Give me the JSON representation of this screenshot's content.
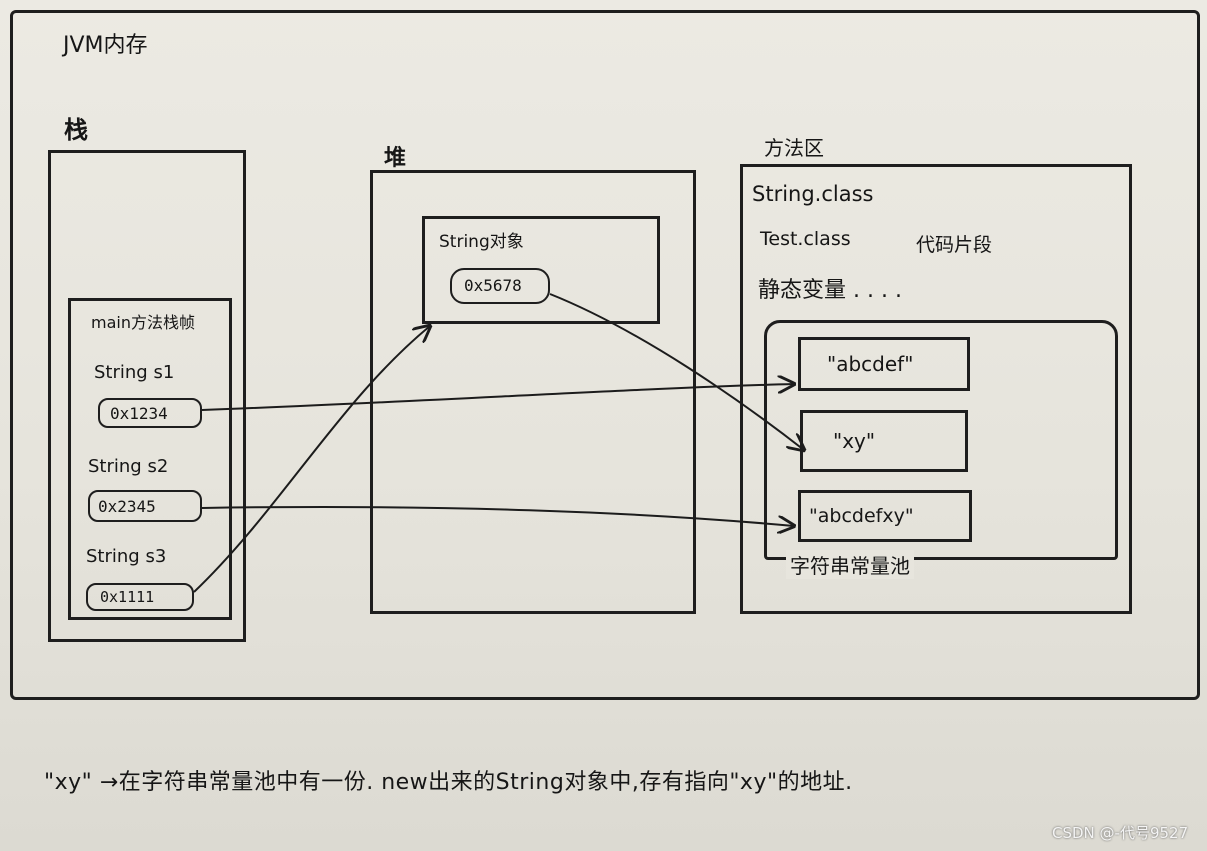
{
  "jvm": {
    "title": "JVM内存"
  },
  "stack": {
    "title": "栈",
    "frame": {
      "title": "main方法栈帧",
      "vars": [
        {
          "name": "String s1",
          "addr": "0x1234"
        },
        {
          "name": "String s2",
          "addr": "0x2345"
        },
        {
          "name": "String s3",
          "addr": "0x1111"
        }
      ]
    }
  },
  "heap": {
    "title": "堆",
    "object": {
      "title": "String对象",
      "addr": "0x5678"
    }
  },
  "method_area": {
    "title": "方法区",
    "lines": [
      "String.class",
      "Test.class",
      "代码片段",
      "静态变量 . . . ."
    ],
    "pool": {
      "title": "字符串常量池",
      "items": [
        "\"abcdef\"",
        "\"xy\"",
        "\"abcdefxy\""
      ]
    }
  },
  "footnote": "\"xy\" →在字符串常量池中有一份. new出来的String对象中,存有指向\"xy\"的地址.",
  "watermark": "CSDN @-代号9527"
}
